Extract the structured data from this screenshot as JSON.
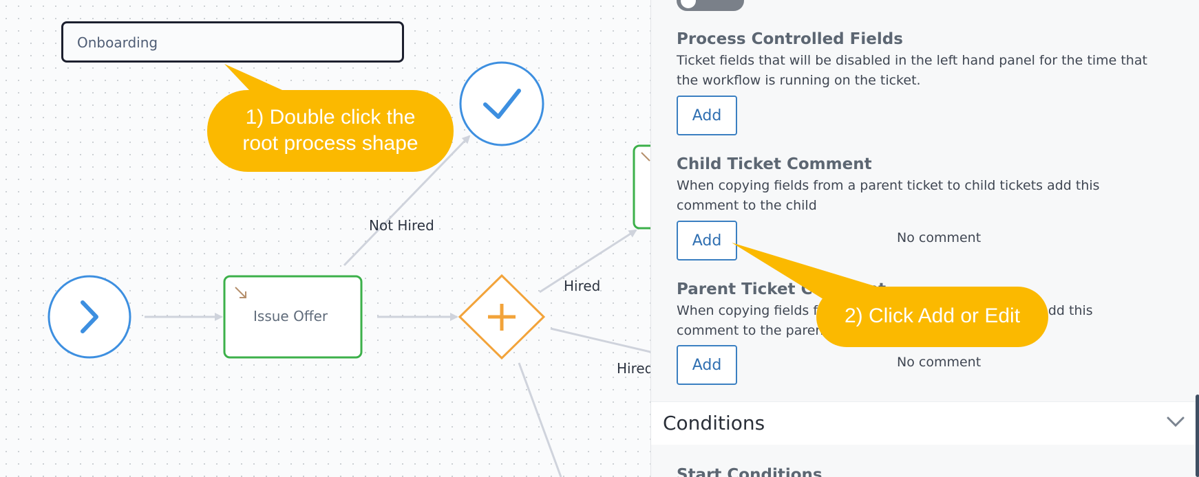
{
  "canvas": {
    "root_process_label": "Onboarding",
    "task_label": "Issue Offer",
    "edge_labels": {
      "not_hired": "Not Hired",
      "hired_1": "Hired",
      "hired_2": "Hired"
    }
  },
  "panel": {
    "process_controlled_fields": {
      "title": "Process Controlled Fields",
      "description": "Ticket fields that will be disabled in the left hand panel for the time that the workflow is running on the ticket.",
      "add_label": "Add"
    },
    "child_ticket_comment": {
      "title": "Child Ticket Comment",
      "description": "When copying fields from a parent ticket to child tickets add this comment to the child",
      "add_label": "Add",
      "status": "No comment"
    },
    "parent_ticket_comment": {
      "title": "Parent Ticket Comment",
      "description": "When copying fields from a child ticket to parent ticket add this comment to the parent",
      "add_label": "Add",
      "status": "No comment"
    },
    "conditions": {
      "title": "Conditions",
      "start_conditions": "Start Conditions"
    }
  },
  "callouts": {
    "step1_line1": "1) Double click the",
    "step1_line2": "root process shape",
    "step2": "2) Click Add or Edit"
  },
  "colors": {
    "start_event": "#3d8fe0",
    "task_border": "#3cb04a",
    "gateway": "#f2a33a",
    "callout": "#fbb900",
    "edge": "#cfd3dc",
    "button": "#3a7fc1"
  }
}
